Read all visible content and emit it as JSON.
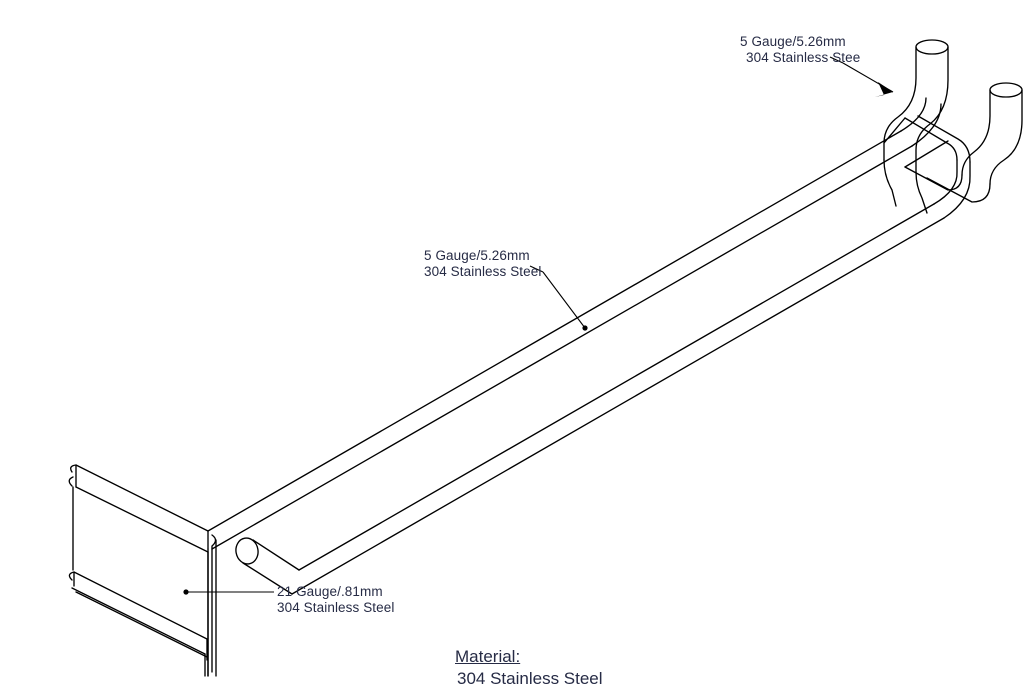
{
  "drawing": {
    "type": "isometric-line-drawing",
    "subject": "slatwall wire display hook with label holder bracket",
    "line_color": "#000000",
    "background_color": "#ffffff",
    "text_color": "#262b45"
  },
  "callouts": [
    {
      "id": "callout-top",
      "line1": "5 Gauge/5.26mm",
      "line2": "304 Stainless Stee",
      "leader": "arrow",
      "points_to": "upper wire prong bend"
    },
    {
      "id": "callout-middle",
      "line1": "5 Gauge/5.26mm",
      "line2": "304 Stainless Steel",
      "leader": "dot",
      "points_to": "long wire rod"
    },
    {
      "id": "callout-bottom",
      "line1": "21 Gauge/.81mm",
      "line2": "304 Stainless Steel",
      "leader": "dot",
      "points_to": "sheet metal label bracket"
    }
  ],
  "title_block": {
    "heading": "Material:",
    "sub": "304 Stainless Steel"
  }
}
